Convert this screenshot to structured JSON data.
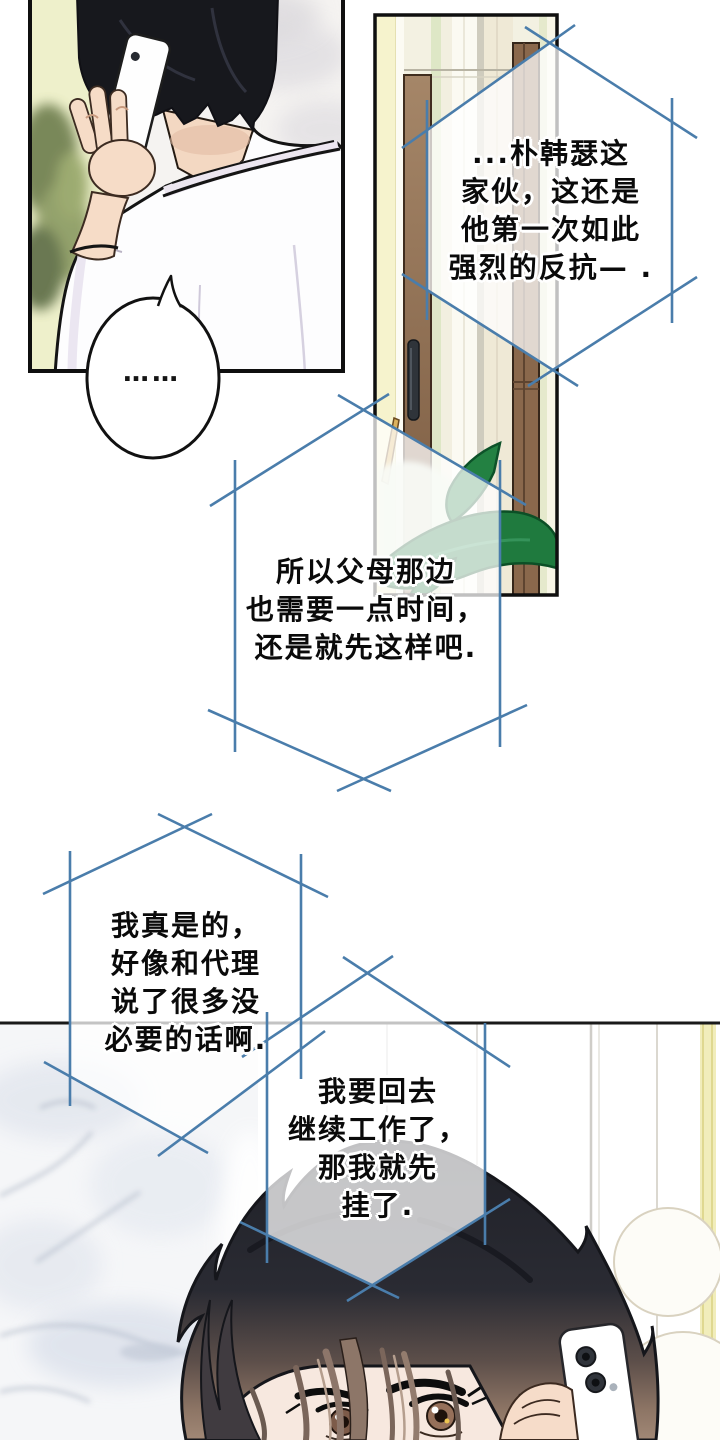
{
  "page": {
    "background": "#ffffff",
    "accent_line_color": "#4a7dab",
    "panel_border_color": "#141414",
    "text_color": "#0a0a0a"
  },
  "dialogues": [
    {
      "name": "thought-1",
      "lines": [
        "...朴韩瑟这",
        "家伙，这还是",
        "他第一次如此",
        "强烈的反抗— ."
      ]
    },
    {
      "name": "thought-2",
      "lines": [
        "所以父母那边",
        "也需要一点时间，",
        "还是就先这样吧."
      ]
    },
    {
      "name": "thought-3",
      "lines": [
        "我真是的，",
        "好像和代理",
        "说了很多没",
        "必要的话啊."
      ]
    },
    {
      "name": "thought-4",
      "lines": [
        "我要回去",
        "继续工作了，",
        "那我就先",
        "挂了."
      ]
    }
  ],
  "bubble": {
    "text": "……"
  }
}
